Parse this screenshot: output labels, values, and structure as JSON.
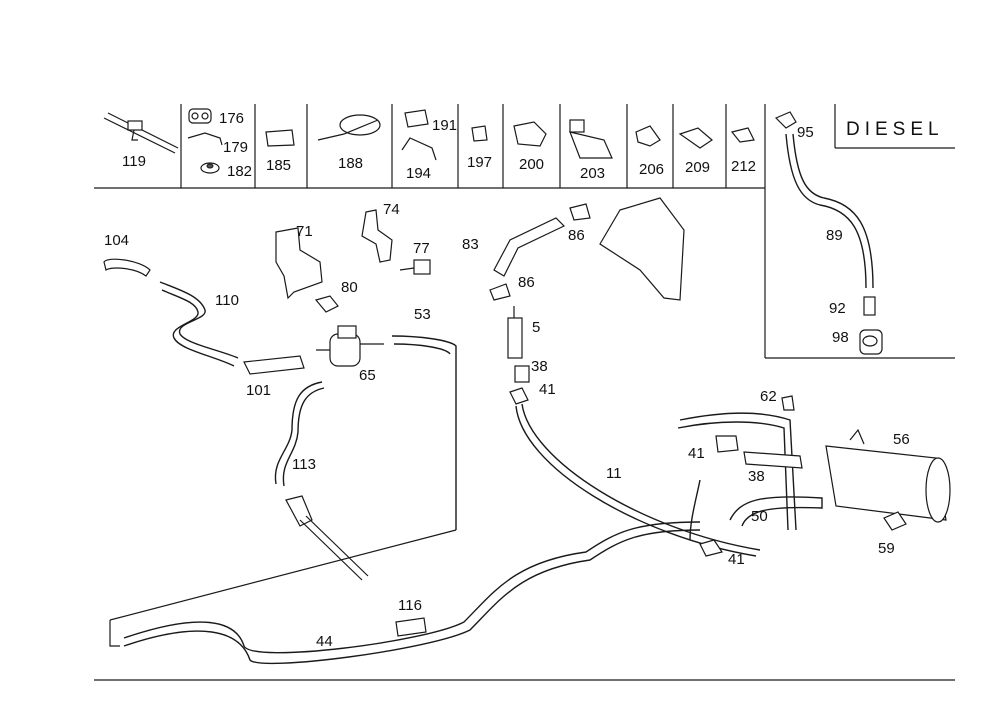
{
  "diagram": {
    "title": "DIESEL",
    "header_labels": [
      "119",
      "176",
      "179",
      "182",
      "185",
      "188",
      "191",
      "194",
      "197",
      "200",
      "203",
      "206",
      "209",
      "212"
    ],
    "callouts": [
      "104",
      "110",
      "101",
      "71",
      "74",
      "77",
      "80",
      "65",
      "53",
      "113",
      "83",
      "86",
      "86",
      "5",
      "38",
      "41",
      "11",
      "62",
      "56",
      "41",
      "38",
      "50",
      "41",
      "59",
      "95",
      "89",
      "92",
      "98",
      "116",
      "44"
    ]
  }
}
